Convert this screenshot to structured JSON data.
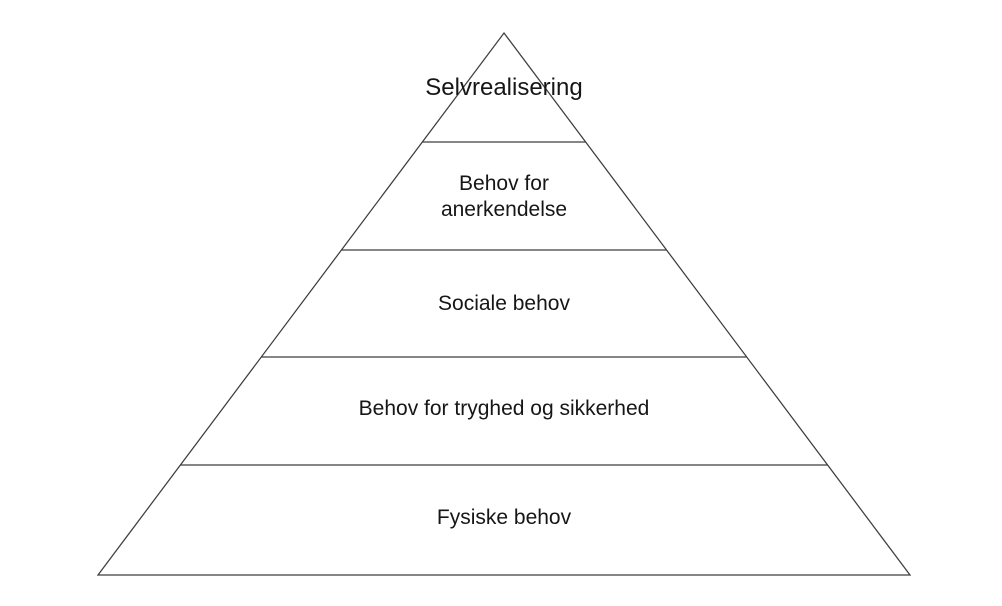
{
  "diagram": {
    "type": "pyramid",
    "description": "Maslow behovspyramide (hierarchy of needs, Danish)",
    "level_count": 5,
    "levels": [
      {
        "label": "Selvrealisering"
      },
      {
        "label": "Behov for\nanerkendelse"
      },
      {
        "label": "Sociale behov"
      },
      {
        "label": "Behov for tryghed og sikkerhed"
      },
      {
        "label": "Fysiske behov"
      }
    ]
  },
  "colors": {
    "stroke": "#3d3d3d",
    "text": "#161616",
    "background": "#ffffff"
  }
}
